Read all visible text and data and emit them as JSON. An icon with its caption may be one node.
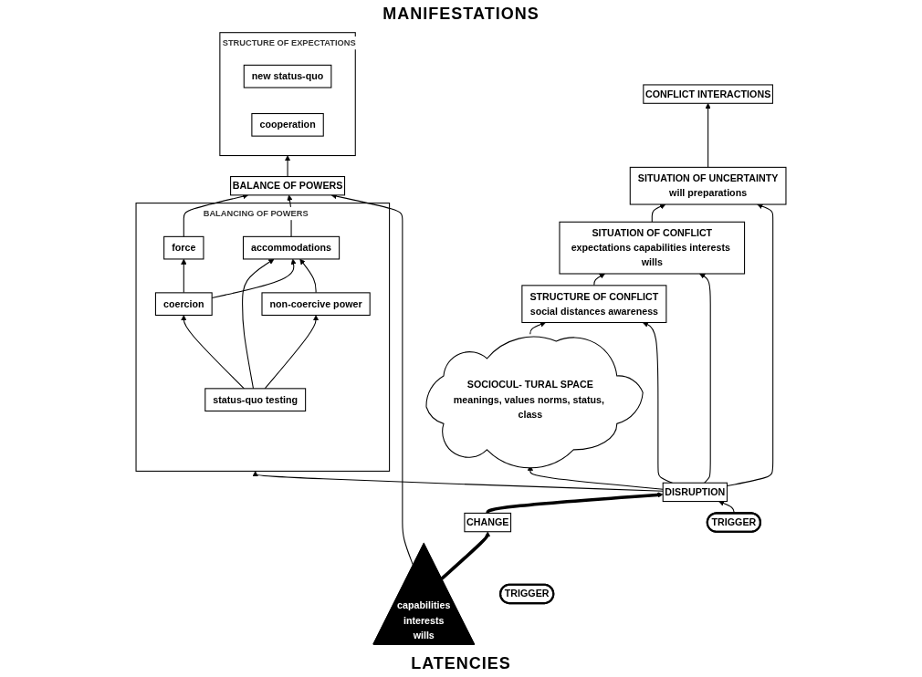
{
  "diagram": {
    "nodes": [
      {
        "text": [
          "BALANCING OF POWERS"
        ]
      },
      {
        "text": [
          "status-quo testing"
        ],
        "in": 0
      },
      {
        "text": [
          "coercion"
        ],
        "in": 0
      },
      {
        "text": [
          "force"
        ],
        "in": 0
      },
      {
        "text": [
          "accommodations"
        ],
        "in": 0
      },
      {
        "text": [
          "non-coercive power"
        ],
        "in": 0
      },
      {
        "text": [
          "BALANCE OF POWERS"
        ]
      },
      {
        "text": [
          "STRUCTURE OF EXPECTATIONS"
        ]
      },
      {
        "text": [
          "new status-quo"
        ],
        "in": 7
      },
      {
        "text": [
          "cooperation"
        ],
        "in": 7
      },
      {
        "text": [
          "capabilities",
          "interests",
          "wills"
        ]
      },
      {
        "text": [
          "CHANGE"
        ]
      },
      {
        "text": [
          "DISRUPTION"
        ]
      },
      {
        "text": [
          "TRIGGER"
        ]
      },
      {
        "text": [
          "SITUATION OF UNCERTAINTY",
          "will preparations"
        ]
      },
      {
        "text": [
          "TRIGGER"
        ]
      },
      {
        "text": [
          "SITUATION OF CONFLICT",
          "expectations capabilities interests wills"
        ]
      },
      {
        "text": [
          "STRUCTURE OF CONFLICT",
          "social distances awareness"
        ]
      },
      {
        "text": [
          "SOCIOCUL- TURAL SPACE",
          "meanings, values norms, status, class"
        ]
      },
      {
        "text": [
          "CONFLICT INTERACTIONS"
        ]
      }
    ],
    "edges": [
      {
        "from": 1,
        "to": 2,
        "arrow": "to"
      },
      {
        "from": 1,
        "to": 4,
        "arrow": "to"
      },
      {
        "from": 1,
        "to": 5,
        "arrow": "to"
      },
      {
        "from": 2,
        "to": 3,
        "arrow": "to"
      },
      {
        "from": 2,
        "to": 4,
        "arrow": "to"
      },
      {
        "from": 5,
        "to": 4,
        "arrow": "to"
      },
      {
        "from": 3,
        "to": 6,
        "arrow": "to"
      },
      {
        "from": 4,
        "to": 6,
        "arrow": "to"
      },
      {
        "from": 6,
        "to": 7,
        "arrow": "to"
      },
      {
        "from": 10,
        "to": 6,
        "arrow": "to"
      },
      {
        "from": 10,
        "to": 11,
        "arrow": "to",
        "style": "thick"
      },
      {
        "from": 11,
        "to": 12,
        "arrow": "to",
        "style": "thick"
      },
      {
        "from": 13,
        "to": 12,
        "arrow": "to"
      },
      {
        "from": 14,
        "to": 19,
        "arrow": "to"
      },
      {
        "from": 16,
        "to": 14,
        "arrow": "to"
      },
      {
        "from": 17,
        "to": 16,
        "arrow": "to"
      },
      {
        "from": 18,
        "to": 17,
        "arrow": "to"
      },
      {
        "from": 12,
        "to": 0,
        "arrow": "to"
      },
      {
        "from": 12,
        "to": 14,
        "arrow": "to"
      },
      {
        "from": 12,
        "to": 16,
        "arrow": "to"
      },
      {
        "from": 12,
        "to": 17,
        "arrow": "to"
      },
      {
        "from": 12,
        "to": 18,
        "arrow": "to"
      }
    ],
    "labels": [
      "MANIFESTATIONS",
      "LATENCIES"
    ]
  }
}
